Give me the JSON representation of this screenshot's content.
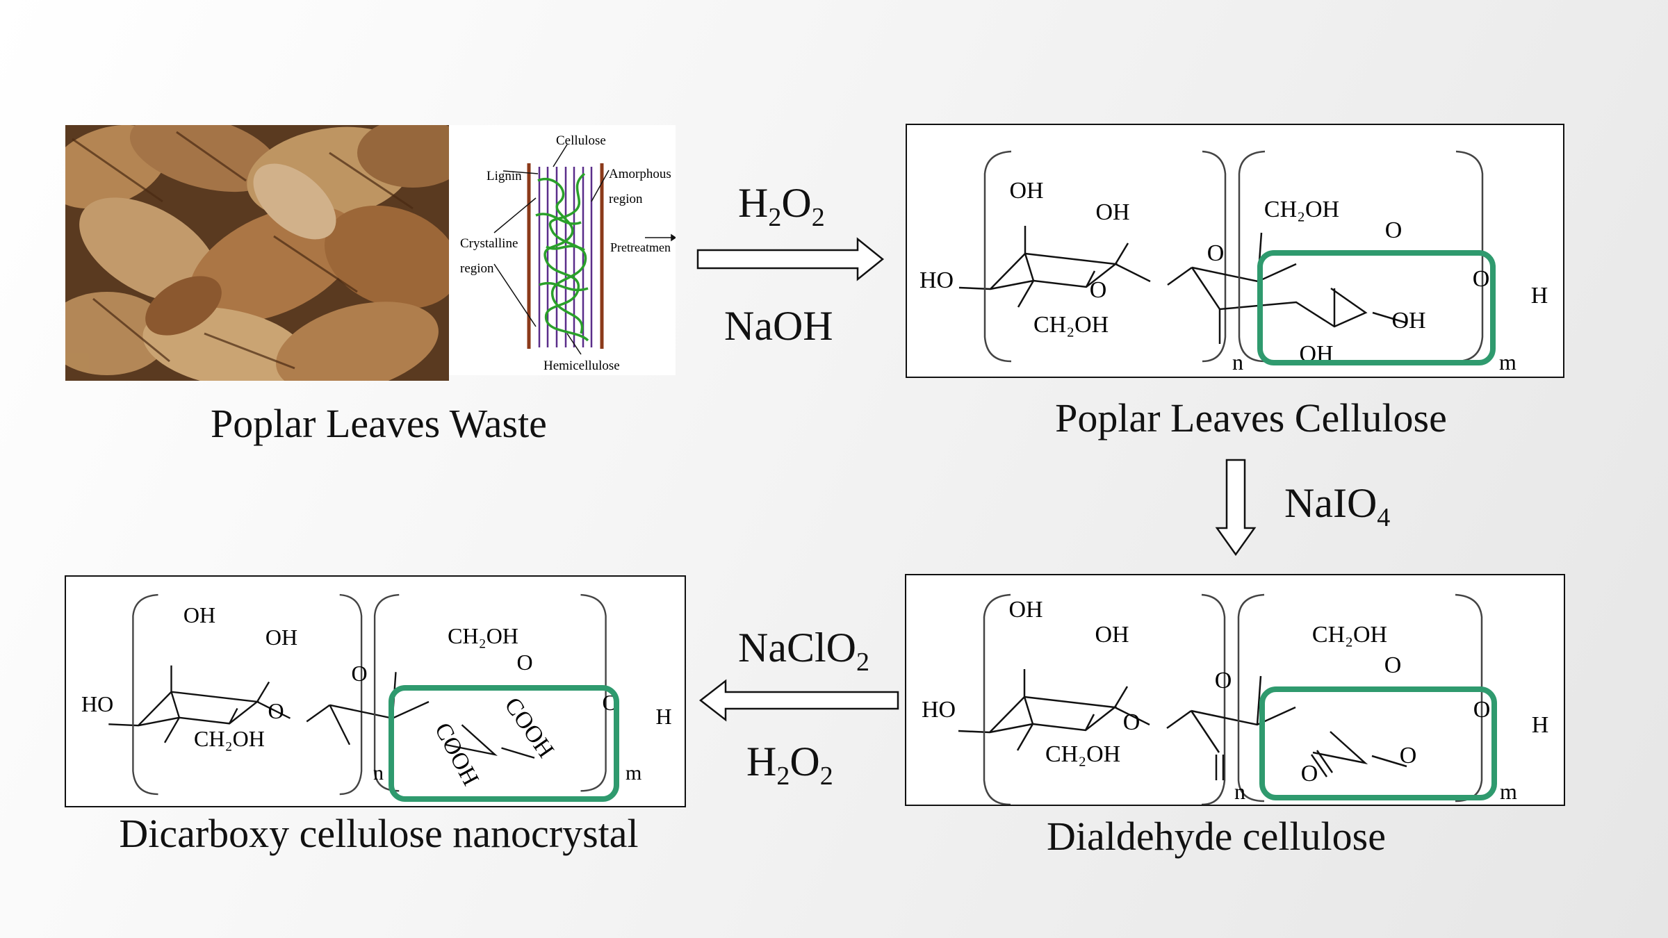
{
  "captions": {
    "waste": "Poplar Leaves Waste",
    "cellulose": "Poplar Leaves Cellulose",
    "dialdehyde": "Dialdehyde cellulose",
    "dicarboxy": "Dicarboxy cellulose nanocrystal"
  },
  "reagents": {
    "step1_top": {
      "base": "H",
      "sub1": "2",
      "mid": "O",
      "sub2": "2"
    },
    "step1_bottom": "NaOH",
    "step2": {
      "base": "NaIO",
      "sub": "4"
    },
    "step3_top": {
      "base": "NaClO",
      "sub": "2"
    },
    "step3_bottom": {
      "base": "H",
      "sub1": "2",
      "mid": "O",
      "sub2": "2"
    }
  },
  "schematic": {
    "cellulose": "Cellulose",
    "lignin": "Lignin",
    "amorphous": "Amorphous",
    "region": "region",
    "crystalline": "Crystalline",
    "region2": "region",
    "pretreatment": "Pretreatmen",
    "hemicellulose": "Hemicellulose"
  },
  "structure": {
    "oh": "OH",
    "ho": "HO",
    "o": "O",
    "h": "H",
    "ch2oh": "CH₂OH",
    "cooh": "COOH",
    "n": "n",
    "m": "m"
  },
  "colors": {
    "highlight_box": "#2f9a6e",
    "fiber_lignin": "#8b3a1a",
    "fiber_cellulose": "#5a2d8a",
    "fiber_hemicellulose": "#2aa02a"
  }
}
